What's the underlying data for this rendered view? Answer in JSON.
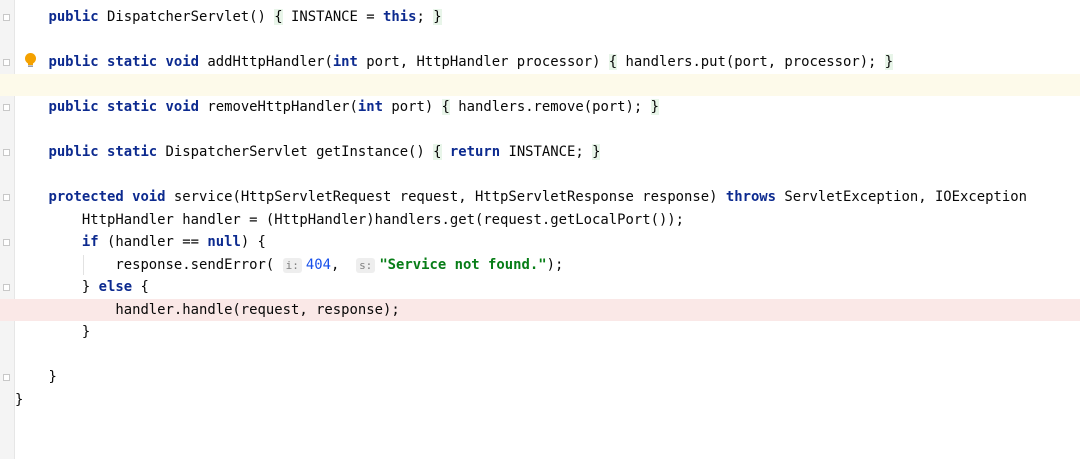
{
  "editor": {
    "lines": [
      {
        "tokens": [
          [
            "plain",
            "    "
          ],
          [
            "kw",
            "public"
          ],
          [
            "plain",
            " DispatcherServlet() "
          ],
          [
            "brace",
            "{"
          ],
          [
            "plain",
            " INSTANCE = "
          ],
          [
            "kw",
            "this"
          ],
          [
            "plain",
            "; "
          ],
          [
            "brace",
            "}"
          ]
        ]
      },
      {
        "tokens": []
      },
      {
        "tokens": [
          [
            "plain",
            "    "
          ],
          [
            "kw",
            "public static void"
          ],
          [
            "plain",
            " addHttpHandler("
          ],
          [
            "kw",
            "int"
          ],
          [
            "plain",
            " port, HttpHandler processor) "
          ],
          [
            "brace",
            "{"
          ],
          [
            "plain",
            " handlers.put(port, processor); "
          ],
          [
            "brace",
            "}"
          ]
        ]
      },
      {
        "tokens": [],
        "state": "caret"
      },
      {
        "tokens": [
          [
            "plain",
            "    "
          ],
          [
            "kw",
            "public static void"
          ],
          [
            "plain",
            " removeHttpHandler("
          ],
          [
            "kw",
            "int"
          ],
          [
            "plain",
            " port) "
          ],
          [
            "brace",
            "{"
          ],
          [
            "plain",
            " handlers.remove(port); "
          ],
          [
            "brace",
            "}"
          ]
        ]
      },
      {
        "tokens": []
      },
      {
        "tokens": [
          [
            "plain",
            "    "
          ],
          [
            "kw",
            "public static"
          ],
          [
            "plain",
            " DispatcherServlet getInstance() "
          ],
          [
            "brace",
            "{"
          ],
          [
            "plain",
            " "
          ],
          [
            "kw",
            "return"
          ],
          [
            "plain",
            " INSTANCE; "
          ],
          [
            "brace",
            "}"
          ]
        ]
      },
      {
        "tokens": []
      },
      {
        "tokens": [
          [
            "plain",
            "    "
          ],
          [
            "kw",
            "protected void"
          ],
          [
            "plain",
            " service(HttpServletRequest request, HttpServletResponse response) "
          ],
          [
            "kw",
            "throws"
          ],
          [
            "plain",
            " ServletException, IOException"
          ]
        ]
      },
      {
        "tokens": [
          [
            "plain",
            "        HttpHandler handler = (HttpHandler)handlers.get(request.getLocalPort());"
          ]
        ]
      },
      {
        "tokens": [
          [
            "plain",
            "        "
          ],
          [
            "kw",
            "if"
          ],
          [
            "plain",
            " (handler == "
          ],
          [
            "kw",
            "null"
          ],
          [
            "plain",
            ") {"
          ]
        ]
      },
      {
        "tokens": [
          [
            "plain",
            "            response.sendError( "
          ],
          [
            "hint",
            "i:"
          ],
          [
            "num",
            "404"
          ],
          [
            "plain",
            ",  "
          ],
          [
            "hint",
            "s:"
          ],
          [
            "str",
            "\"Service not found.\""
          ],
          [
            "plain",
            ");"
          ]
        ]
      },
      {
        "tokens": [
          [
            "plain",
            "        } "
          ],
          [
            "kw",
            "else"
          ],
          [
            "plain",
            " {"
          ]
        ]
      },
      {
        "tokens": [
          [
            "plain",
            "            handler.handle(request, response);"
          ]
        ],
        "state": "exec"
      },
      {
        "tokens": [
          [
            "plain",
            "        }"
          ]
        ]
      },
      {
        "tokens": []
      },
      {
        "tokens": [
          [
            "plain",
            "    }"
          ]
        ]
      },
      {
        "tokens": [
          [
            "plain",
            "}"
          ]
        ]
      }
    ]
  },
  "icons": {
    "intention": "lightbulb-icon"
  },
  "colors": {
    "keyword": "#0c2a8f",
    "string": "#077d17",
    "number": "#1750eb",
    "caret_line": "#fdfaea",
    "exec_line": "#fae8e7"
  }
}
